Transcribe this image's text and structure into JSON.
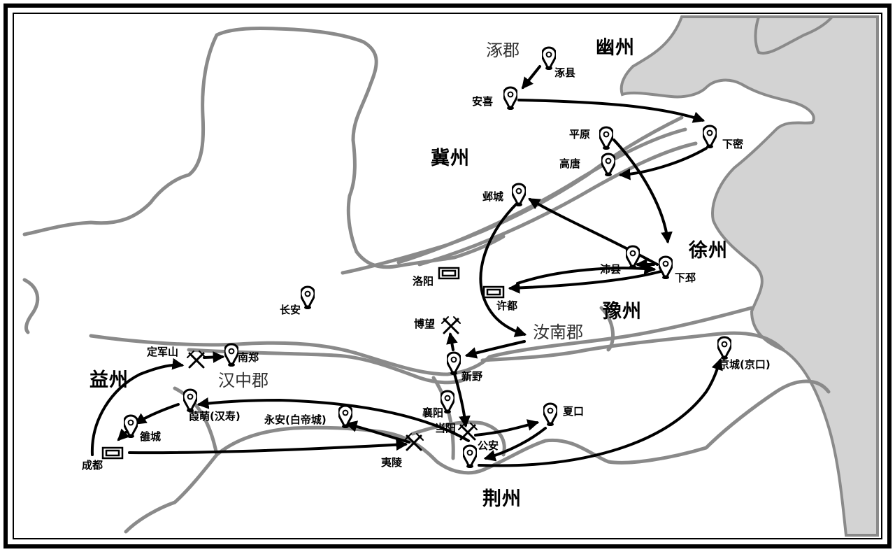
{
  "provinces": [
    {
      "key": "youzhou",
      "label": "幽州"
    },
    {
      "key": "jizhou",
      "label": "冀州"
    },
    {
      "key": "xuzhou",
      "label": "徐州"
    },
    {
      "key": "yuzhou",
      "label": "豫州"
    },
    {
      "key": "yizhou",
      "label": "益州"
    },
    {
      "key": "jingzhou",
      "label": "荆州"
    }
  ],
  "commanderies": [
    {
      "key": "zhuojun",
      "label": "涿郡"
    },
    {
      "key": "runan",
      "label": "汝南郡"
    },
    {
      "key": "hanzhong",
      "label": "汉中郡"
    }
  ],
  "places": [
    {
      "key": "zhuoxian",
      "label": "涿县",
      "marker": "pin"
    },
    {
      "key": "anxi",
      "label": "安喜",
      "marker": "pin"
    },
    {
      "key": "xiami",
      "label": "下密",
      "marker": "pin"
    },
    {
      "key": "pingyuan",
      "label": "平原",
      "marker": "pin"
    },
    {
      "key": "gaotang",
      "label": "高唐",
      "marker": "pin"
    },
    {
      "key": "yecheng",
      "label": "邺城",
      "marker": "pin"
    },
    {
      "key": "peixian",
      "label": "沛县",
      "marker": "pin"
    },
    {
      "key": "xiapi",
      "label": "下邳",
      "marker": "pin"
    },
    {
      "key": "luoyang",
      "label": "洛阳",
      "marker": "capital"
    },
    {
      "key": "xudu",
      "label": "许都",
      "marker": "capital"
    },
    {
      "key": "changan",
      "label": "长安",
      "marker": "pin"
    },
    {
      "key": "bowang",
      "label": "博望",
      "marker": "battle"
    },
    {
      "key": "xinye",
      "label": "新野",
      "marker": "pin"
    },
    {
      "key": "dingjunshan",
      "label": "定军山",
      "marker": "battle"
    },
    {
      "key": "nanzheng",
      "label": "南郑",
      "marker": "pin"
    },
    {
      "key": "jiameng",
      "label": "葭萌(汉寿)",
      "marker": "pin"
    },
    {
      "key": "yongan",
      "label": "永安(白帝城)",
      "marker": "pin"
    },
    {
      "key": "xiangyang",
      "label": "襄阳",
      "marker": "pin"
    },
    {
      "key": "dangyang",
      "label": "当阳",
      "marker": "battle"
    },
    {
      "key": "xiakou",
      "label": "夏口",
      "marker": "pin"
    },
    {
      "key": "gongan",
      "label": "公安",
      "marker": "pin"
    },
    {
      "key": "jingcheng",
      "label": "京城(京口)",
      "marker": "pin"
    },
    {
      "key": "luocheng",
      "label": "雒城",
      "marker": "pin"
    },
    {
      "key": "chengdu",
      "label": "成都",
      "marker": "capital"
    },
    {
      "key": "yiling",
      "label": "夷陵",
      "marker": "battle"
    }
  ],
  "colors": {
    "border": "#000000",
    "sea": "#d3d3d3",
    "boundary": "#8a8a8a",
    "route": "#000000",
    "land": "#ffffff"
  }
}
